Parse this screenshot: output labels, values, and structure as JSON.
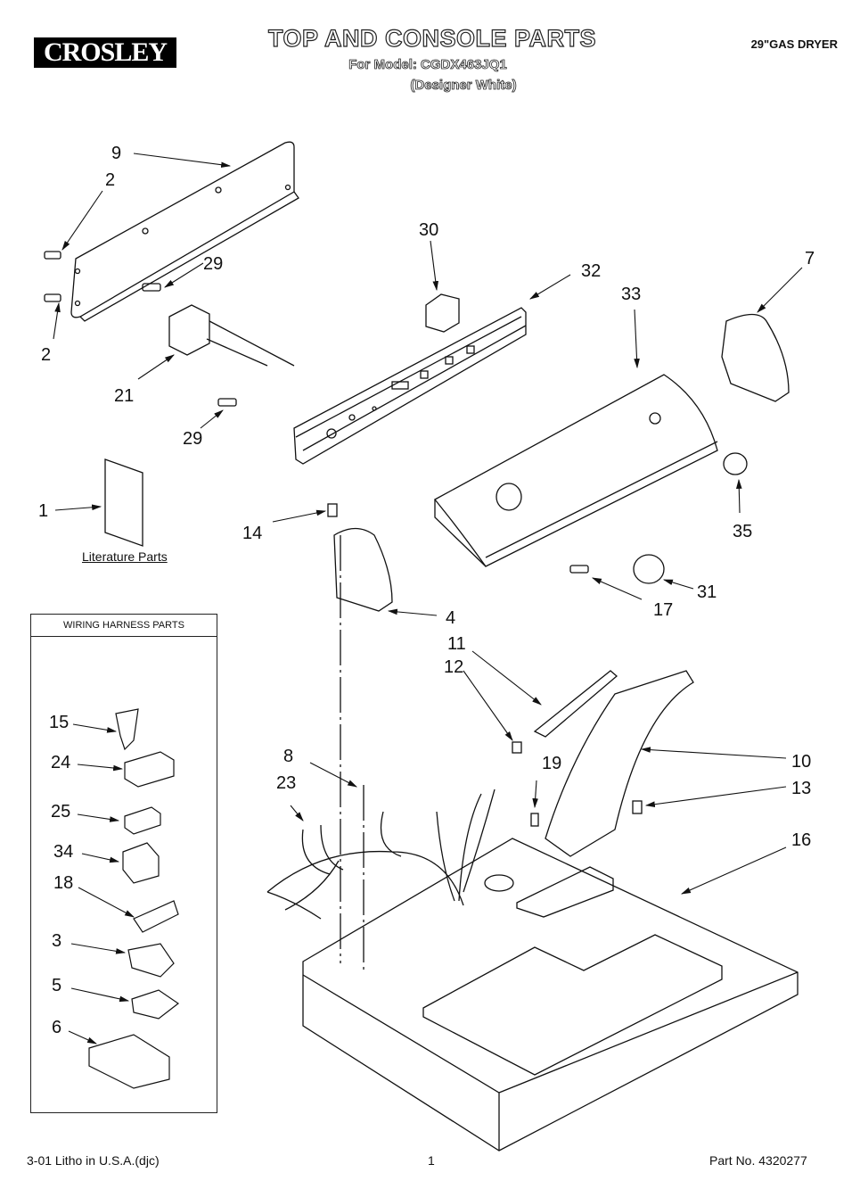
{
  "header": {
    "brand": "CROSLEY",
    "title": "TOP AND CONSOLE PARTS",
    "model_line": "For Model: CGDX463JQ1",
    "variant": "(Designer White)",
    "product": "29\"GAS DRYER"
  },
  "diagram": {
    "literature_label": "Literature Parts",
    "wiring_harness_title": "WIRING HARNESS PARTS",
    "callouts": {
      "c9": "9",
      "c2a": "2",
      "c2b": "2",
      "c29a": "29",
      "c29b": "29",
      "c21": "21",
      "c30": "30",
      "c32": "32",
      "c33": "33",
      "c7": "7",
      "c35": "35",
      "c31": "31",
      "c17": "17",
      "c1": "1",
      "c14": "14",
      "c4": "4",
      "c11": "11",
      "c12": "12",
      "c10": "10",
      "c19": "19",
      "c13": "13",
      "c8": "8",
      "c23": "23",
      "c16": "16"
    },
    "harness_callouts": [
      "15",
      "24",
      "25",
      "34",
      "18",
      "3",
      "5",
      "6"
    ]
  },
  "footer": {
    "print_info": "3-01 Litho in U.S.A.(djc)",
    "page_number": "1",
    "part_number": "Part No. 4320277"
  }
}
